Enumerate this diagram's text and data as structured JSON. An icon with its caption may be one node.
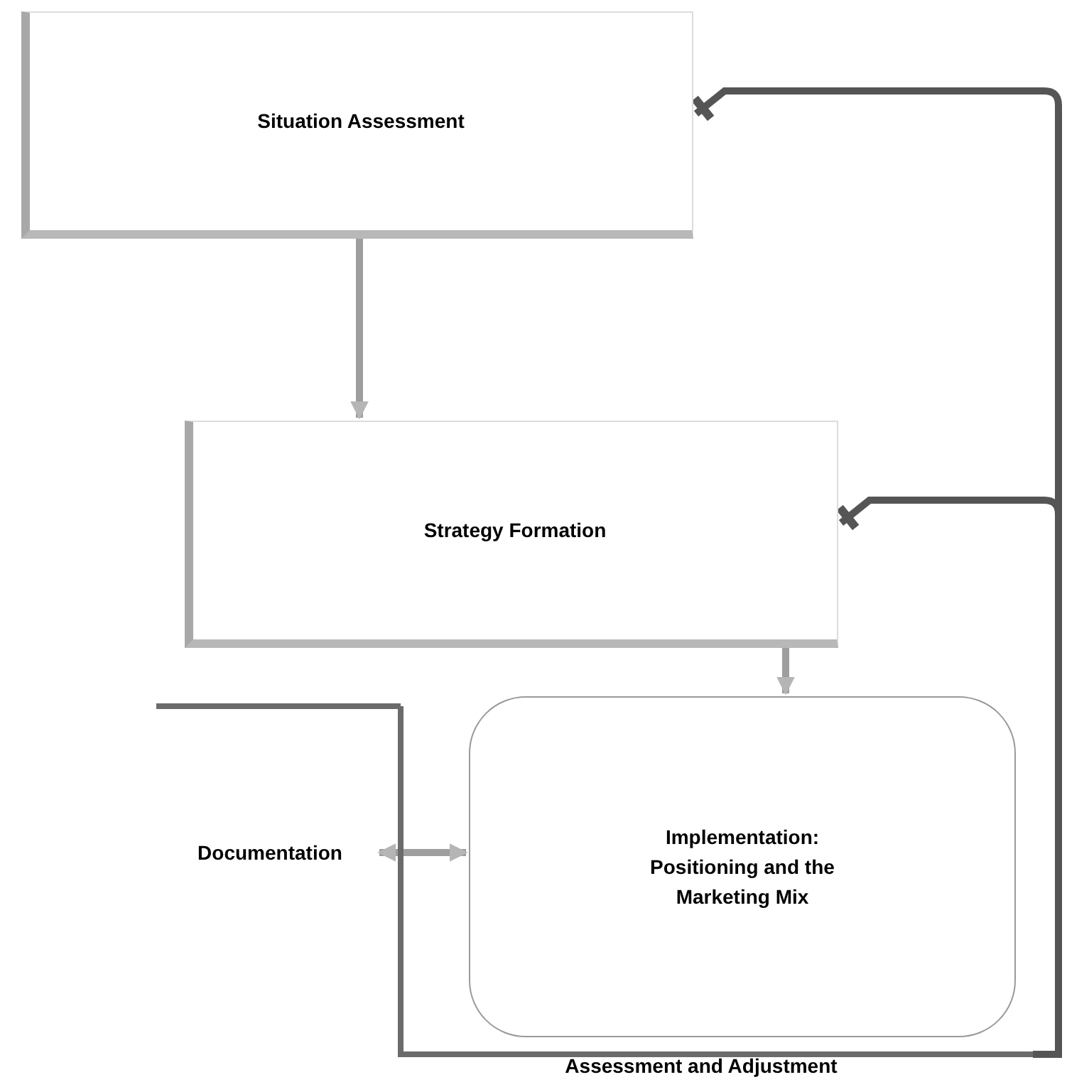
{
  "diagram": {
    "nodes": [
      {
        "text": [
          "Situation Assessment"
        ]
      },
      {
        "text": [
          "Strategy Formation"
        ]
      },
      {
        "text": [
          "Documentation"
        ]
      },
      {
        "text": [
          "Assessment and Adjustment"
        ]
      },
      {
        "text": [
          "Implementation: Positioning and the Marketing Mix"
        ],
        "in": 3
      }
    ],
    "edges": [
      {
        "from": 0,
        "to": 1,
        "arrow": "to"
      },
      {
        "from": 1,
        "to": 4,
        "arrow": "to"
      },
      {
        "from": 2,
        "to": 4,
        "arrow": "both"
      },
      {
        "from": 3,
        "to": 0,
        "arrow": "other",
        "color": "#555555"
      },
      {
        "from": 3,
        "to": 1,
        "arrow": "other",
        "color": "#555555"
      }
    ]
  }
}
